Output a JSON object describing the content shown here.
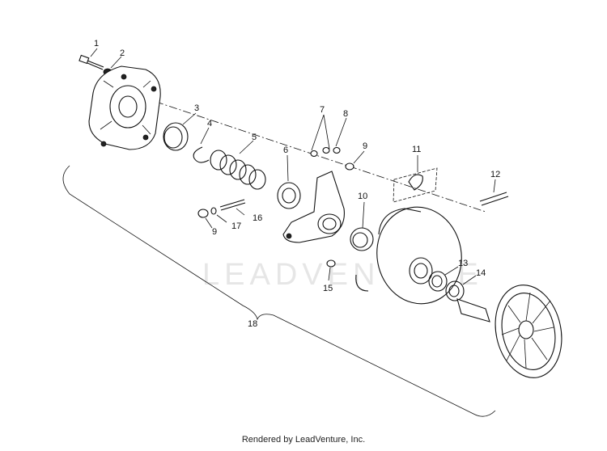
{
  "watermark": "LEADVENTURE",
  "footer": "Rendered by LeadVenture, Inc.",
  "callouts": {
    "c1": "1",
    "c2": "2",
    "c3": "3",
    "c4": "4",
    "c5": "5",
    "c6": "6",
    "c7": "7",
    "c8": "8",
    "c9a": "9",
    "c9b": "9",
    "c10": "10",
    "c11": "11",
    "c12": "12",
    "c13": "13",
    "c14": "14",
    "c15": "15",
    "c16": "16",
    "c17": "17",
    "c18": "18"
  }
}
